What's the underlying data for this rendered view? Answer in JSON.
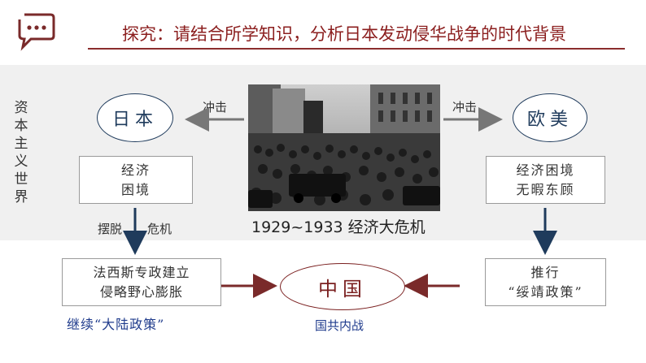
{
  "header": {
    "title": "探究：请结合所学知识，分析日本发动侵华战争的时代背景"
  },
  "side_label": [
    "资",
    "本",
    "主",
    "义",
    "世",
    "界"
  ],
  "nodes": {
    "japan": "日本",
    "west": "欧美",
    "china": "中国"
  },
  "boxes": {
    "japan_econ": [
      "经济",
      "困境"
    ],
    "west_econ": [
      "经济困境",
      "无暇东顾"
    ],
    "fascism": [
      "法西斯专政建立",
      "侵略野心膨胀"
    ],
    "appease": [
      "推行",
      "“绥靖政策”"
    ]
  },
  "labels": {
    "impact_left": "冲击",
    "impact_right": "冲击",
    "escape": "摆脱",
    "crisis": "危机",
    "continental": "继续“大陆政策”",
    "civil_war": "国共内战"
  },
  "photo": {
    "caption": "1929~1933  经济大危机"
  },
  "colors": {
    "title_red": "#8b1e1e",
    "navy": "#1f3b5c",
    "dark_red": "#7a1f1f",
    "band_gray": "#f0f0f0"
  }
}
